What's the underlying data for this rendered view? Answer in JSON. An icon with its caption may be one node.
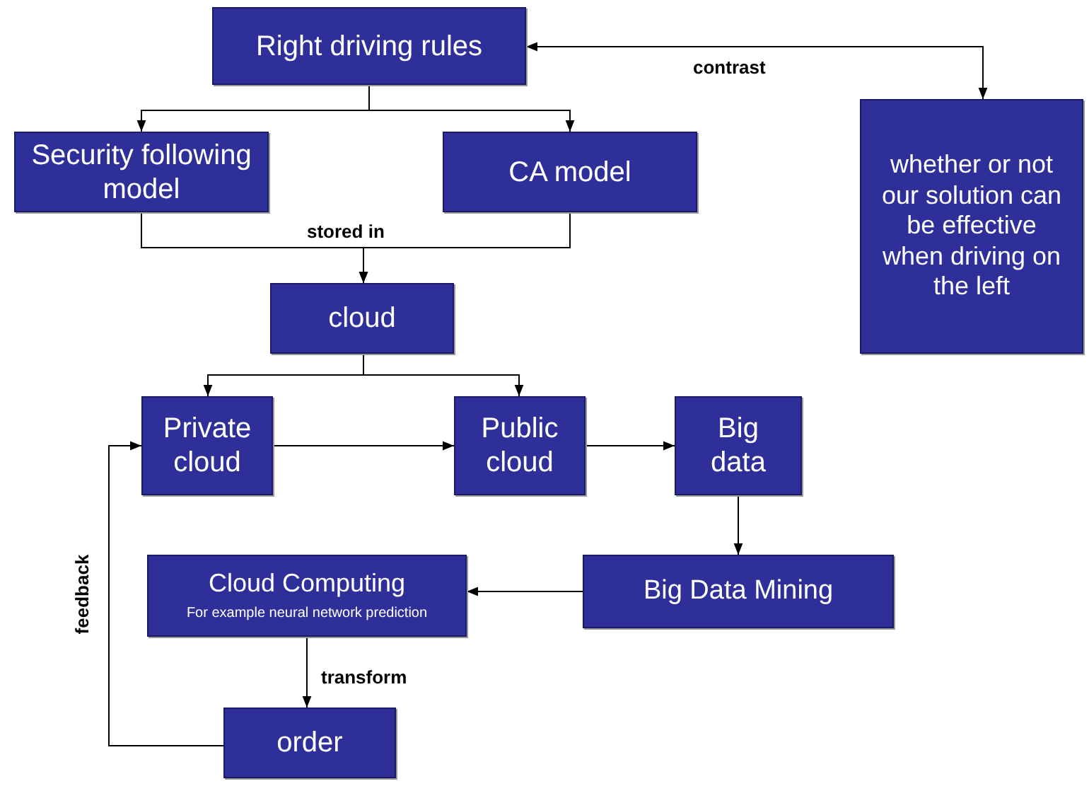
{
  "diagram": {
    "nodes": [
      {
        "text": [
          "Right driving rules"
        ]
      },
      {
        "text": [
          "Security following model"
        ]
      },
      {
        "text": [
          "CA model"
        ]
      },
      {
        "text": [
          "whether or not our solution can be effective when driving on the left"
        ]
      },
      {
        "text": [
          "cloud"
        ]
      },
      {
        "text": [
          "Private cloud"
        ]
      },
      {
        "text": [
          "Public cloud"
        ]
      },
      {
        "text": [
          "Big data"
        ]
      },
      {
        "text": [
          "Big Data Mining"
        ]
      },
      {
        "text": [
          "Cloud Computing",
          "For example neural network prediction"
        ]
      },
      {
        "text": [
          "order"
        ]
      }
    ],
    "edges": [
      {
        "from": 0,
        "to": 1,
        "arrow": "to"
      },
      {
        "from": 0,
        "to": 2,
        "arrow": "to"
      },
      {
        "from": 0,
        "to": 3,
        "arrow": "both",
        "label": "contrast"
      },
      {
        "from": 1,
        "to": 4,
        "arrow": "to",
        "label": "stored in"
      },
      {
        "from": 2,
        "to": 4,
        "arrow": "to"
      },
      {
        "from": 4,
        "to": 5,
        "arrow": "to"
      },
      {
        "from": 4,
        "to": 6,
        "arrow": "to"
      },
      {
        "from": 5,
        "to": 6,
        "arrow": "to"
      },
      {
        "from": 6,
        "to": 7,
        "arrow": "to"
      },
      {
        "from": 7,
        "to": 8,
        "arrow": "to"
      },
      {
        "from": 8,
        "to": 9,
        "arrow": "to"
      },
      {
        "from": 9,
        "to": 10,
        "arrow": "to",
        "label": "transform"
      },
      {
        "from": 10,
        "to": 5,
        "arrow": "to",
        "label": "feedback"
      }
    ]
  }
}
